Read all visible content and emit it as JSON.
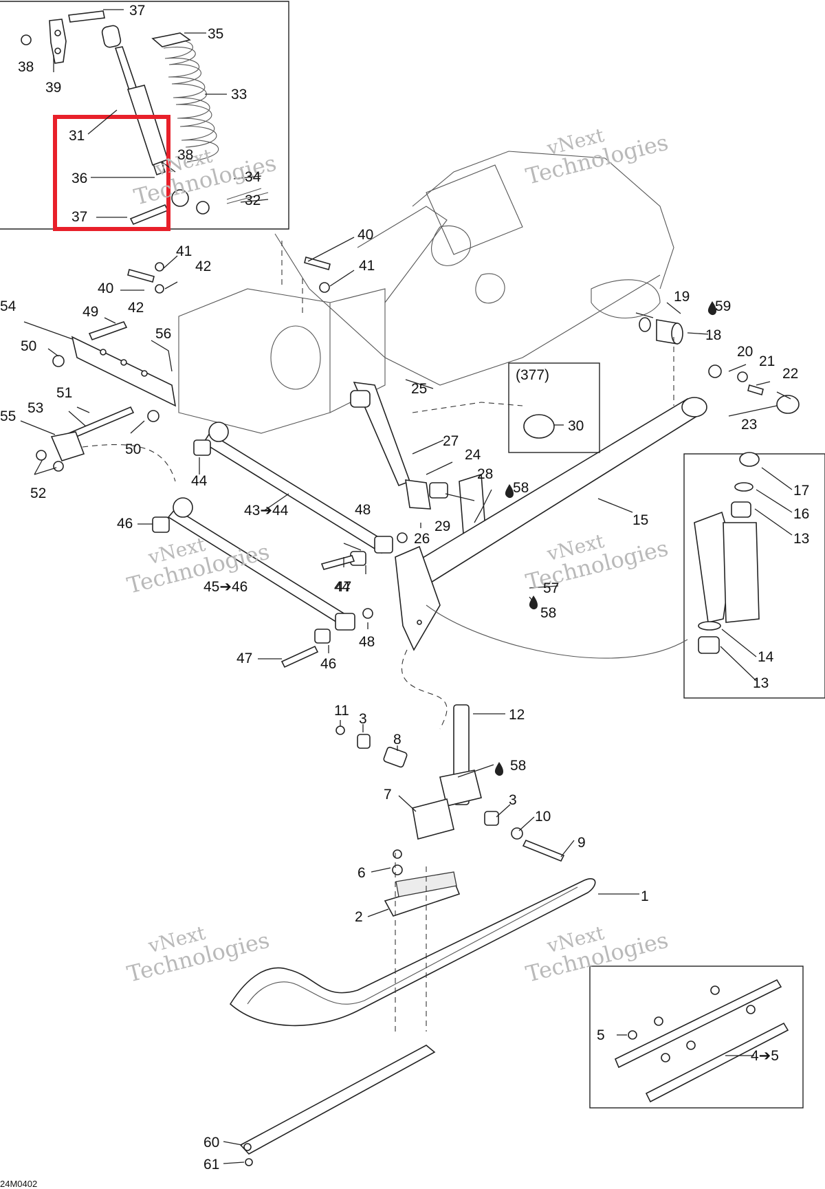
{
  "diagram": {
    "code": "24M0402",
    "watermark_line1": "vNext",
    "watermark_line2": "Technologies",
    "highlight_color": "#e8202a",
    "note_box": "(377)",
    "callouts": [
      "1",
      "2",
      "3",
      "3",
      "4➔5",
      "5",
      "6",
      "7",
      "8",
      "9",
      "10",
      "11",
      "12",
      "13",
      "13",
      "14",
      "15",
      "16",
      "17",
      "18",
      "19",
      "20",
      "21",
      "22",
      "23",
      "24",
      "25",
      "26",
      "27",
      "28",
      "29",
      "30",
      "31",
      "32",
      "33",
      "34",
      "35",
      "36",
      "37",
      "37",
      "38",
      "38",
      "39",
      "40",
      "40",
      "41",
      "41",
      "42",
      "42",
      "43➔44",
      "44",
      "44",
      "45➔46",
      "46",
      "46",
      "47",
      "47",
      "48",
      "48",
      "49",
      "50",
      "50",
      "51",
      "52",
      "53",
      "54",
      "55",
      "56",
      "57",
      "58",
      "58",
      "58",
      "59",
      "60",
      "61"
    ]
  }
}
